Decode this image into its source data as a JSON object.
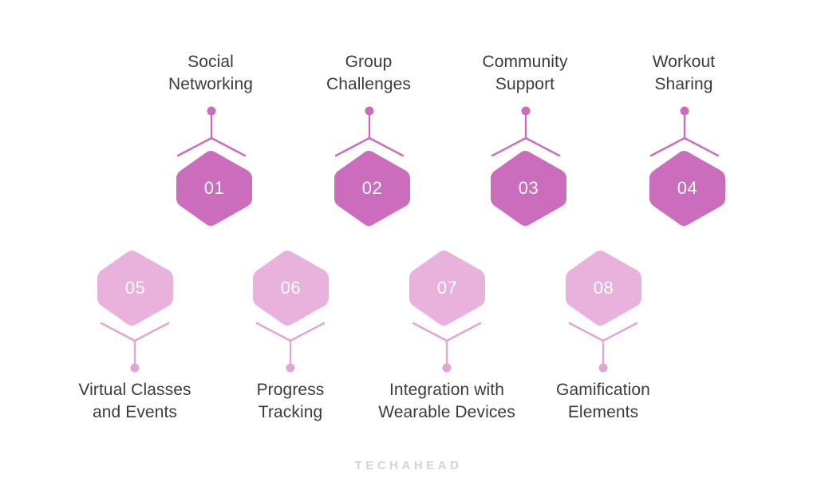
{
  "page": {
    "background_color": "#ffffff",
    "brand": "TECHAHEAD",
    "brand_color": "#d4d4d4"
  },
  "theme": {
    "top_hex_color": "#cb6cbc",
    "bottom_hex_color": "#e8b2dc",
    "top_connector_color": "#cb6cbc",
    "bottom_connector_color": "#e0a6d4",
    "number_color": "#ffffff",
    "label_color": "#3b3b3b"
  },
  "diagram": {
    "title": "",
    "rows": [
      {
        "id": "top-row",
        "position": "labels-above",
        "items": [
          {
            "number": "01",
            "label": "Social\nNetworking",
            "color": "#cb6cbc"
          },
          {
            "number": "02",
            "label": "Group\nChallenges",
            "color": "#cb6cbc"
          },
          {
            "number": "03",
            "label": "Community\nSupport",
            "color": "#cb6cbc"
          },
          {
            "number": "04",
            "label": "Workout\nSharing",
            "color": "#cb6cbc"
          }
        ]
      },
      {
        "id": "bottom-row",
        "position": "labels-below",
        "items": [
          {
            "number": "05",
            "label": "Virtual Classes\nand Events",
            "color": "#e8b2dc"
          },
          {
            "number": "06",
            "label": "Progress\nTracking",
            "color": "#e8b2dc"
          },
          {
            "number": "07",
            "label": "Integration with\nWearable Devices",
            "color": "#e8b2dc"
          },
          {
            "number": "08",
            "label": "Gamification\nElements",
            "color": "#e8b2dc"
          }
        ]
      }
    ]
  }
}
